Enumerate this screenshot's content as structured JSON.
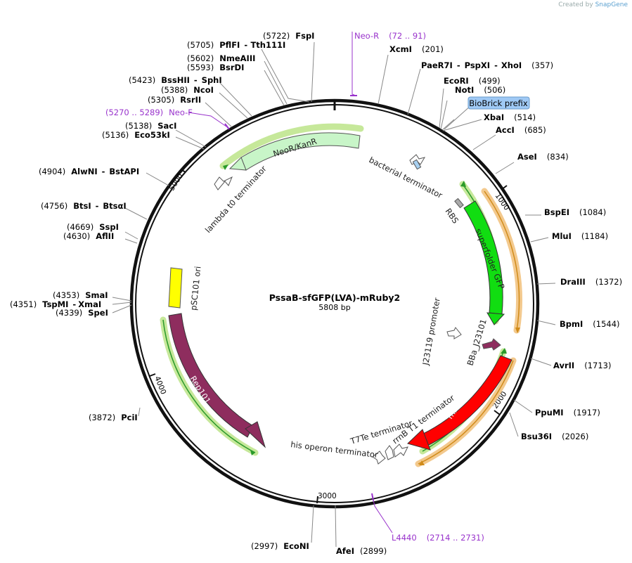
{
  "credit": {
    "prefix": "Created by",
    "brand": "SnapGene"
  },
  "plasmid": {
    "name": "PssaB-sfGFP(LVA)-mRuby2",
    "size_label": "5808 bp"
  },
  "ticks": [
    "1000",
    "2000",
    "3000",
    "4000",
    "5000"
  ],
  "sites": [
    {
      "name": "FspI",
      "pos": "(5722)"
    },
    {
      "name": "PflFI",
      "pos": "(5705)",
      "name2": "Tth111I"
    },
    {
      "name": "NmeAIII",
      "pos": "(5602)"
    },
    {
      "name": "BsrDI",
      "pos": "(5593)"
    },
    {
      "name": "BssHII",
      "pos": "(5423)",
      "name2": "SphI"
    },
    {
      "name": "NcoI",
      "pos": "(5388)"
    },
    {
      "name": "RsrII",
      "pos": "(5305)"
    },
    {
      "name": "SacI",
      "pos": "(5138)"
    },
    {
      "name": "Eco53kI",
      "pos": "(5136)"
    },
    {
      "name": "AlwNI",
      "pos": "(4904)",
      "name2": "BstAPI"
    },
    {
      "name": "BtsI",
      "pos": "(4756)",
      "name2": "BtsαI"
    },
    {
      "name": "SspI",
      "pos": "(4669)"
    },
    {
      "name": "AflII",
      "pos": "(4630)"
    },
    {
      "name": "SmaI",
      "pos": "(4353)"
    },
    {
      "name": "TspMI",
      "pos": "(4351)",
      "name2": "XmaI"
    },
    {
      "name": "SpeI",
      "pos": "(4339)"
    },
    {
      "name": "PciI",
      "pos": "(3872)"
    },
    {
      "name": "EcoNI",
      "pos": "(2997)"
    },
    {
      "name": "AfeI",
      "pos": "(2899)"
    },
    {
      "name": "XcmI",
      "pos": "(201)"
    },
    {
      "name": "PaeR7I",
      "pos": "(357)",
      "name2": "PspXI",
      "name3": "XhoI"
    },
    {
      "name": "EcoRI",
      "pos": "(499)"
    },
    {
      "name": "NotI",
      "pos": "(506)"
    },
    {
      "name": "XbaI",
      "pos": "(514)"
    },
    {
      "name": "AccI",
      "pos": "(685)"
    },
    {
      "name": "AseI",
      "pos": "(834)"
    },
    {
      "name": "BspEI",
      "pos": "(1084)"
    },
    {
      "name": "MluI",
      "pos": "(1184)"
    },
    {
      "name": "DraIII",
      "pos": "(1372)"
    },
    {
      "name": "BpmI",
      "pos": "(1544)"
    },
    {
      "name": "AvrII",
      "pos": "(1713)"
    },
    {
      "name": "PpuMI",
      "pos": "(1917)"
    },
    {
      "name": "Bsu36I",
      "pos": "(2026)"
    }
  ],
  "primers": [
    {
      "name": "Neo-R",
      "range": "(72 .. 91)"
    },
    {
      "name": "Neo-F",
      "range": "(5270 .. 5289)"
    },
    {
      "name": "L4440",
      "range": "(2714 .. 2731)"
    }
  ],
  "features": {
    "biobrick": "BioBrick prefix",
    "neo": "NeoR/KanR",
    "lambda": "lambda t0 terminator",
    "bacterial": "bacterial terminator",
    "rbs": "RBS",
    "sfgfp": "superfolder GFP",
    "j23119": "J23119 promoter",
    "bba": "BBa_J23101",
    "mruby": "mRuby2",
    "rrnb": "rrnB T1 terminator",
    "t7te": "T7Te terminator",
    "hisop": "his operon terminator",
    "psc": "pSC101 ori",
    "rep": "Rep101"
  },
  "colors": {
    "backbone": "#111111",
    "neo_fill": "#c8f5c8",
    "sfgfp_fill": "#11dd11",
    "mruby_fill": "#ff0000",
    "rep_fill": "#8e2d5e",
    "ori_fill": "#ffff00",
    "primer": "#9933cc",
    "highlight_green": "#c6e89a",
    "highlight_orange": "#f3c98d",
    "biobrick_bg": "#9fc9f5"
  }
}
